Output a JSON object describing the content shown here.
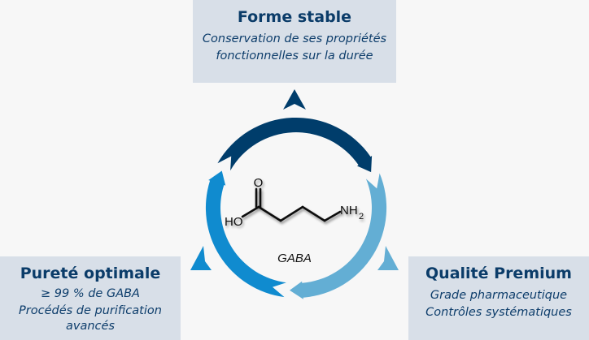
{
  "boxes": {
    "top": {
      "title": "Forme stable",
      "lines": [
        "Conservation de ses propriétés",
        "fonctionnelles sur la durée"
      ]
    },
    "left": {
      "title": "Pureté optimale",
      "lines": [
        "≥ 99 % de GABA",
        "Procédés de purification",
        "avancés"
      ]
    },
    "right": {
      "title": "Qualité Premium",
      "lines": [
        "Grade pharmaceutique",
        "Contrôles systématiques"
      ]
    }
  },
  "molecule": {
    "name": "GABA",
    "hydroxyl": "HO",
    "oxygen": "O",
    "amine": "NH",
    "amine_subscript": "2"
  },
  "colors": {
    "dark": "#003d6b",
    "medium": "#108bcf",
    "light": "#63aed4",
    "box_bg": "#d8dfe8",
    "background": "#f7f7f7"
  }
}
